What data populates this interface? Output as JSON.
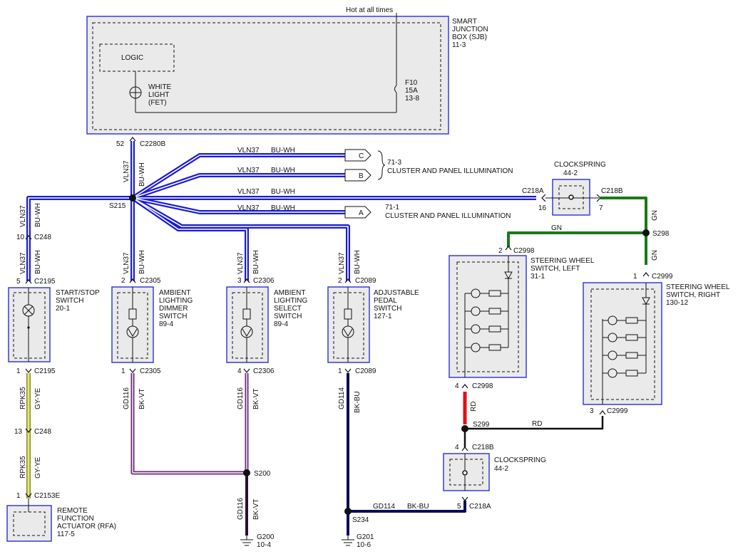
{
  "header": {
    "hot_at_all_times": "Hot at all times"
  },
  "sjb": {
    "title": [
      "SMART",
      "JUNCTION",
      "BOX (SJB)",
      "11-3"
    ],
    "logic": "LOGIC",
    "white_light": [
      "WHITE",
      "LIGHT",
      "(FET)"
    ],
    "fuse": [
      "F10",
      "15A",
      "13-8"
    ],
    "pin": "52",
    "connector": "C2280B"
  },
  "splice_s215": "S215",
  "branches": [
    {
      "circuit": "VLN37",
      "color": "BU-WH",
      "tag": "C",
      "ref": "71-3",
      "label": "CLUSTER AND PANEL ILLUMINATION"
    },
    {
      "circuit": "VLN37",
      "color": "BU-WH",
      "tag": "B"
    },
    {
      "circuit": "VLN37",
      "color": "BU-WH",
      "connector": "C218A",
      "pin": "16"
    },
    {
      "circuit": "VLN37",
      "color": "BU-WH",
      "tag": "A",
      "ref": "71-1",
      "label": "CLUSTER AND PANEL ILLUMINATION"
    }
  ],
  "clockspring_top": {
    "title": "CLOCKSPRING",
    "ref": "44-2",
    "connector_out": "C218B",
    "pin_out": "7"
  },
  "gn": {
    "color": "GN",
    "splice": "S298"
  },
  "sw_left": {
    "pin_top": "2",
    "connector_top": "C2998",
    "title": [
      "STEERING WHEEL",
      "SWITCH, LEFT",
      "31-1"
    ],
    "pin_bot": "4",
    "connector_bot": "C2998"
  },
  "sw_right": {
    "pin_top": "1",
    "connector_top": "C2999",
    "title": [
      "STEERING WHEEL",
      "SWITCH, RIGHT",
      "130-12"
    ],
    "pin_bot": "3",
    "connector_bot": "C2999"
  },
  "rd": {
    "color": "RD",
    "splice": "S299"
  },
  "clockspring_bot": {
    "title": "CLOCKSPRING",
    "ref": "44-2",
    "pin_top": "4",
    "connector_top": "C218B",
    "pin_bot": "5",
    "connector_bot": "C218A"
  },
  "startstop": {
    "circuit": "VLN37",
    "color": "BU-WH",
    "pin_c248": "10",
    "c248": "C248",
    "pin_top": "5",
    "connector_top": "C2195",
    "title": [
      "START/STOP",
      "SWITCH",
      "20-1"
    ],
    "pin_bot": "1",
    "connector_bot": "C2195",
    "out_circuit": "RPK35",
    "out_color": "GY-YE",
    "pin_c248b": "13",
    "c248b": "C248",
    "pin_rfa": "1",
    "connector_rfa": "C2153E",
    "rfa_title": [
      "REMOTE",
      "FUNCTION",
      "ACTUATOR (RFA)",
      "117-5"
    ]
  },
  "dimmer": {
    "circuit": "VLN37",
    "color": "BU-WH",
    "pin_top": "2",
    "connector_top": "C2305",
    "title": [
      "AMBIENT",
      "LIGHTING",
      "DIMMER",
      "SWITCH",
      "89-4"
    ],
    "pin_bot": "1",
    "connector_bot": "C2305",
    "out_circuit": "GD116",
    "out_color": "BK-VT"
  },
  "select": {
    "circuit": "VLN37",
    "color": "BU-WH",
    "pin_top": "3",
    "connector_top": "C2306",
    "title": [
      "AMBIENT",
      "LIGHTING",
      "SELECT",
      "SWITCH",
      "89-4"
    ],
    "pin_bot": "4",
    "connector_bot": "C2306",
    "out_circuit": "GD116",
    "out_color": "BK-VT",
    "splice": "S200",
    "gnd_circuit": "GD116",
    "gnd_color": "BK-VT",
    "ground": "G200",
    "ground_ref": "10-4"
  },
  "pedal": {
    "circuit": "VLN37",
    "color": "BU-WH",
    "pin_top": "2",
    "connector_top": "C2089",
    "title": [
      "ADJUSTABLE",
      "PEDAL",
      "SWITCH",
      "127-1"
    ],
    "pin_bot": "1",
    "connector_bot": "C2089",
    "out_circuit": "GD114",
    "out_color": "BK-BU",
    "splice": "S234",
    "h_circuit": "GD114",
    "h_color": "BK-BU",
    "ground": "G201",
    "ground_ref": "10-6"
  }
}
